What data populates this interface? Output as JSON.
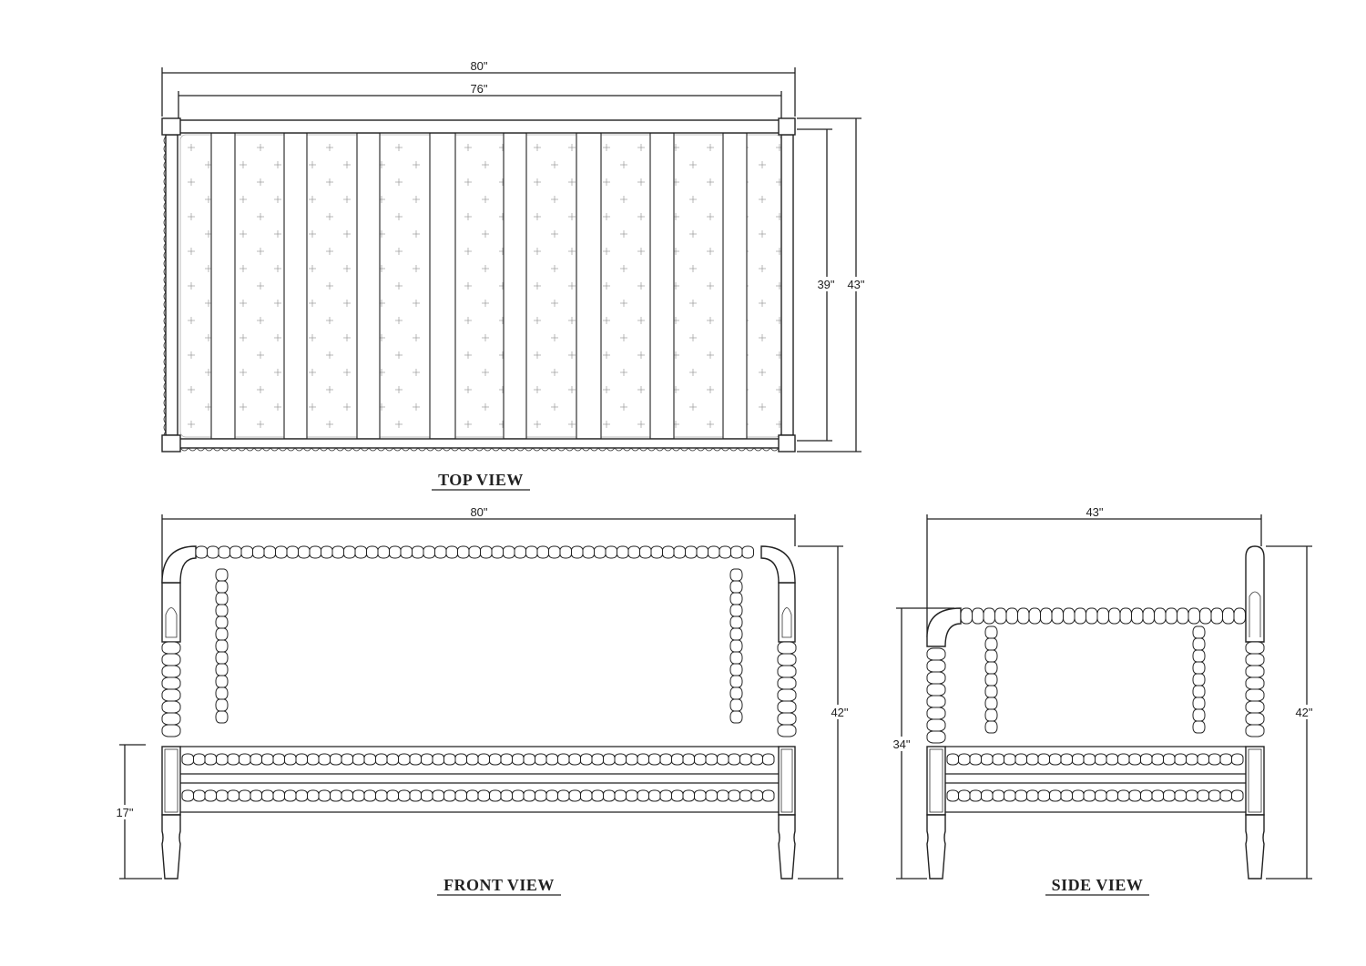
{
  "top_view": {
    "title": "TOP VIEW",
    "dim_overall_length": "80\"",
    "dim_inner_length": "76\"",
    "dim_inner_depth": "39\"",
    "dim_overall_depth": "43\""
  },
  "front_view": {
    "title": "FRONT VIEW",
    "dim_length": "80\"",
    "dim_height": "42\"",
    "dim_seat_height": "17\""
  },
  "side_view": {
    "title": "SIDE VIEW",
    "dim_depth": "43\"",
    "dim_height": "42\"",
    "dim_arm_height": "34\""
  },
  "colors": {
    "line": "#222222",
    "pattern": "#999999",
    "background": "#ffffff"
  }
}
